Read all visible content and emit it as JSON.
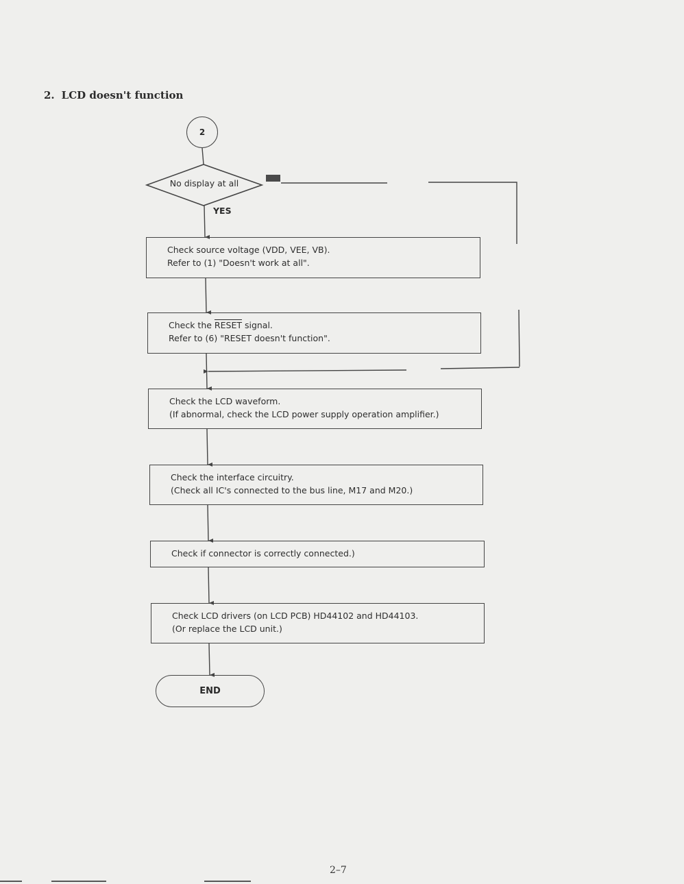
{
  "section": {
    "number": "2.",
    "title": "LCD doesn't function"
  },
  "start_connector": {
    "label": "2"
  },
  "decision": {
    "question": "No display at all",
    "yes_label": "YES"
  },
  "steps": [
    {
      "line1": "Check source voltage (VDD, VEE, VB).",
      "line2": "Refer to (1) \"Doesn't work at all\"."
    },
    {
      "line1_prefix": "Check the ",
      "line1_overline": "RESET",
      "line1_suffix": " signal.",
      "line2": "Refer to (6) \"RESET doesn't function\"."
    },
    {
      "line1": "Check the LCD waveform.",
      "line2": "(If abnormal, check the LCD power supply operation amplifier.)"
    },
    {
      "line1": "Check the interface circuitry.",
      "line2": "(Check all IC's connected to the bus line, M17 and M20.)"
    },
    {
      "line1": "Check if connector is correctly connected.)"
    },
    {
      "line1": "Check LCD drivers (on LCD PCB) HD44102 and HD44103.",
      "line2": "(Or replace the LCD unit.)"
    }
  ],
  "end_terminal": {
    "label": "END"
  },
  "page_number": "2–7"
}
